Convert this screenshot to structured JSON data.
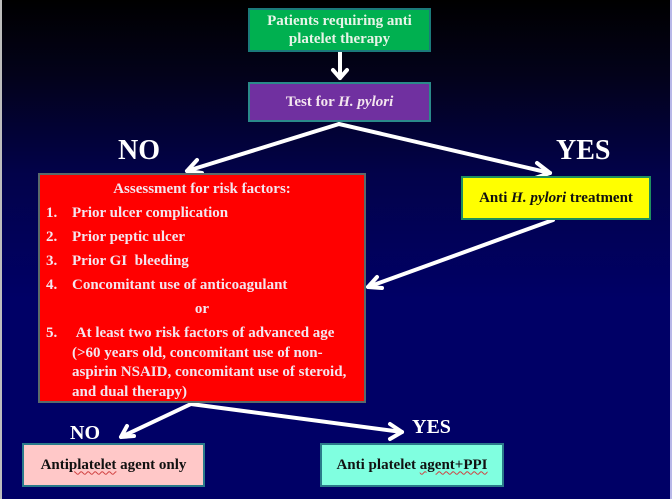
{
  "diagram": {
    "title": "Antiplatelet therapy and H. pylori management flowchart",
    "colors": {
      "background_top": "#000000",
      "background_bottom": "#000066",
      "start_box": "#00b050",
      "test_box": "#7030a0",
      "assessment_box": "#ff0000",
      "treatment_box": "#ffff00",
      "antiplatelet_only_box": "#ffc8c8",
      "antiplatelet_ppi_box": "#80ffe0",
      "arrow": "#ffffff"
    },
    "nodes": {
      "start": {
        "line1": "Patients requiring anti",
        "line2": "platelet therapy"
      },
      "test": {
        "prefix": "Test for ",
        "italic": "H. pylori"
      },
      "assessment": {
        "title": "Assessment for risk factors:",
        "items": [
          {
            "num": "1.",
            "text": "Prior ulcer complication"
          },
          {
            "num": "2.",
            "text": "Prior peptic ulcer"
          },
          {
            "num": "3.",
            "text": "Prior GI  bleeding"
          },
          {
            "num": "4.",
            "text": "Concomitant use of anticoagulant"
          }
        ],
        "or": "or",
        "item5": {
          "num": "5.",
          "text": " At least two risk factors of advanced age (>60 years old, concomitant use of non-aspirin NSAID, concomitant use of steroid, and dual therapy)"
        }
      },
      "treatment": {
        "prefix": "Anti ",
        "italic": "H. pylori",
        "suffix": " treatment"
      },
      "antiplatelet_only": {
        "part1": "Anti",
        "part2": "platelet",
        "part3": " agent only"
      },
      "antiplatelet_ppi": {
        "part1": "Anti platelet ",
        "part2": "agent",
        "part3": "+PPI"
      }
    },
    "labels": {
      "test_no": "NO",
      "test_yes": "YES",
      "risk_no": "NO",
      "risk_yes": "YES"
    },
    "edges": [
      {
        "from": "start",
        "to": "test",
        "label": ""
      },
      {
        "from": "test",
        "to": "assessment",
        "label": "NO"
      },
      {
        "from": "test",
        "to": "treatment",
        "label": "YES"
      },
      {
        "from": "treatment",
        "to": "assessment",
        "label": ""
      },
      {
        "from": "assessment",
        "to": "antiplatelet_only",
        "label": "NO"
      },
      {
        "from": "assessment",
        "to": "antiplatelet_ppi",
        "label": "YES"
      }
    ]
  }
}
